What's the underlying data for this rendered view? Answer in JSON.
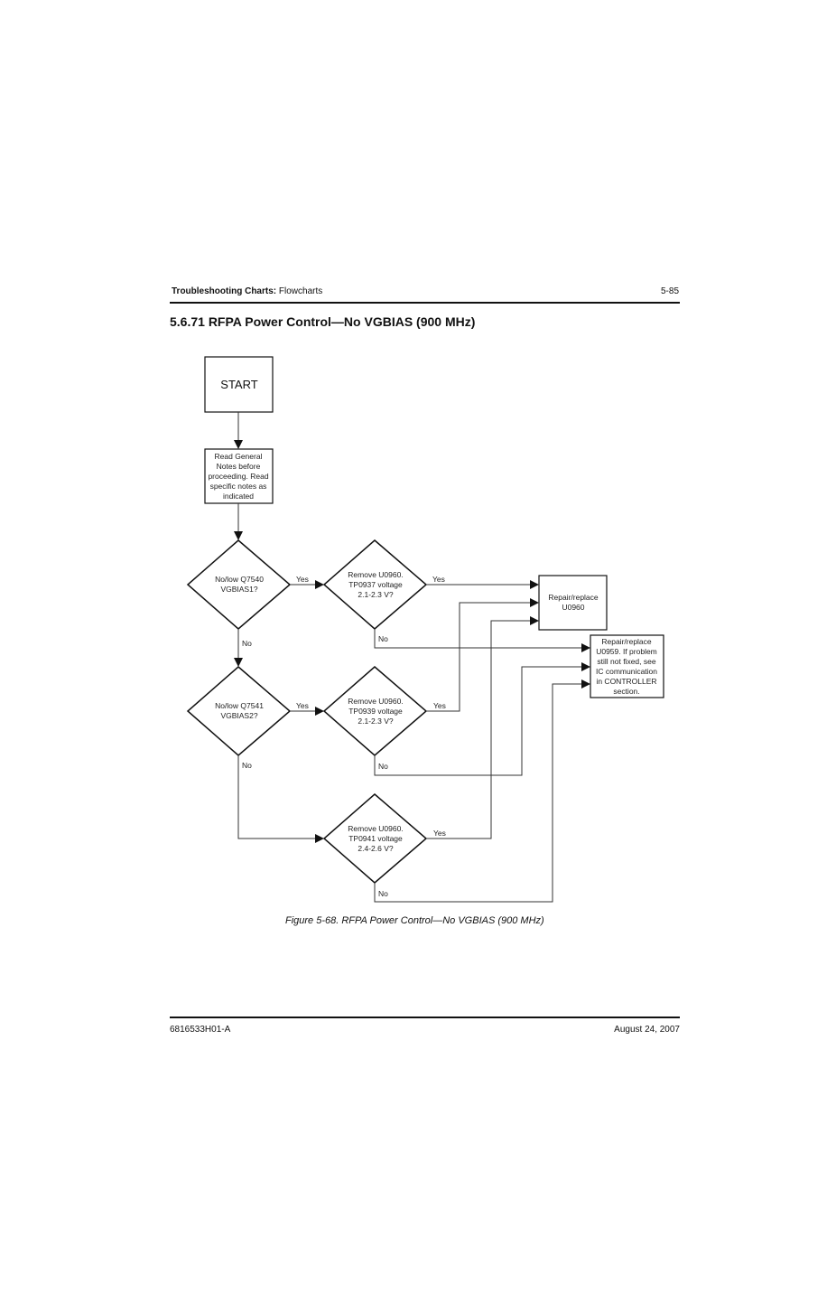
{
  "header": {
    "section_bold": "Troubleshooting Charts:",
    "section_rest": " Flowcharts",
    "page_number": "5-85"
  },
  "title": "5.6.71  RFPA Power Control—No VGBIAS (900 MHz)",
  "flowchart": {
    "nodes": {
      "start": [
        "START"
      ],
      "read_notes": [
        "Read General",
        "Notes before",
        "proceeding. Read",
        "specific notes as",
        "indicated"
      ],
      "q7540": [
        "No/low Q7540",
        "VGBIAS1?"
      ],
      "tp0937": [
        "Remove U0960.",
        "TP0937 voltage",
        "2.1-2.3 V?"
      ],
      "q7541": [
        "No/low Q7541",
        "VGBIAS2?"
      ],
      "tp0939": [
        "Remove U0960.",
        "TP0939 voltage",
        "2.1-2.3 V?"
      ],
      "tp0941": [
        "Remove U0960.",
        "TP0941 voltage",
        "2.4-2.6 V?"
      ],
      "repair_u0960": [
        "Repair/replace",
        "U0960"
      ],
      "repair_u0959": [
        "Repair/replace",
        "U0959.  If problem",
        "still not fixed, see",
        "IC communication",
        "in CONTROLLER",
        "section."
      ]
    },
    "edge_labels": {
      "yes": "Yes",
      "no": "No"
    }
  },
  "caption": "Figure 5-68.  RFPA Power Control—No VGBIAS (900 MHz)",
  "footer": {
    "doc_number": "6816533H01-A",
    "date": "August 24, 2007"
  }
}
